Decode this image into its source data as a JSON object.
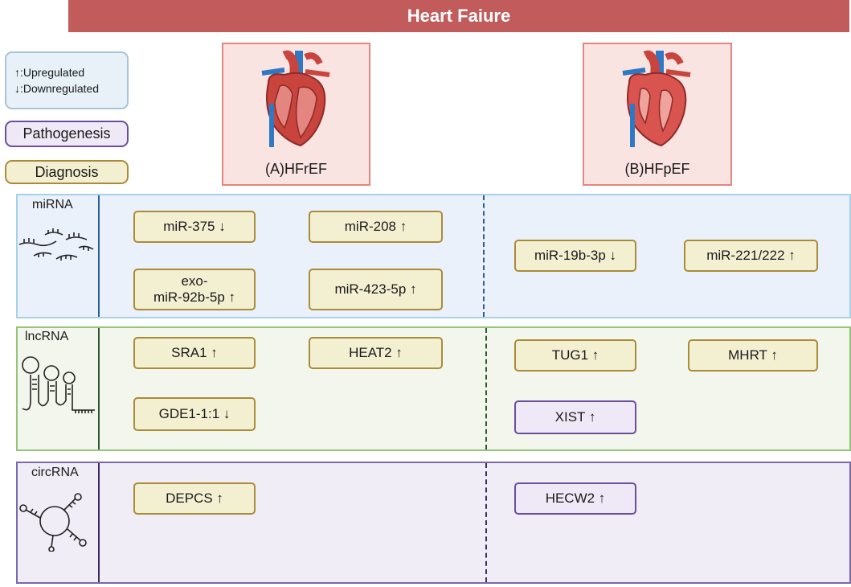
{
  "title": "Heart Faiure",
  "legend": {
    "up": "↑:Upregulated",
    "down": "↓:Downregulated",
    "pathogenesis": "Pathogenesis",
    "diagnosis": "Diagnosis"
  },
  "panels": {
    "a": "(A)HFrEF",
    "b": "(B)HFpEF"
  },
  "rows": {
    "mirna": {
      "label": "miRNA",
      "a": [
        "miR-375 ↓",
        "miR-208 ↑",
        "exo-\nmiR-92b-5p ↑",
        "miR-423-5p ↑"
      ],
      "b": [
        "miR-19b-3p ↓",
        "miR-221/222 ↑"
      ]
    },
    "lncrna": {
      "label": "lncRNA",
      "a": [
        "SRA1 ↑",
        "HEAT2 ↑",
        "GDE1-1:1 ↓"
      ],
      "b": [
        "TUG1 ↑",
        "MHRT ↑",
        "XIST ↑"
      ]
    },
    "circrna": {
      "label": "circRNA",
      "a": [
        "DEPCS ↑"
      ],
      "b": [
        "HECW2 ↑"
      ]
    }
  },
  "colors": {
    "banner": "#c25b5b",
    "diagnosis_fill": "#f3f0d2",
    "diagnosis_border": "#a98b3a",
    "pathogenesis_fill": "#efe8f6",
    "pathogenesis_border": "#6b4f9a",
    "mirna_band": "#eaf1fa",
    "lncrna_band": "#f3f6ec",
    "circrna_band": "#f1edf6"
  }
}
